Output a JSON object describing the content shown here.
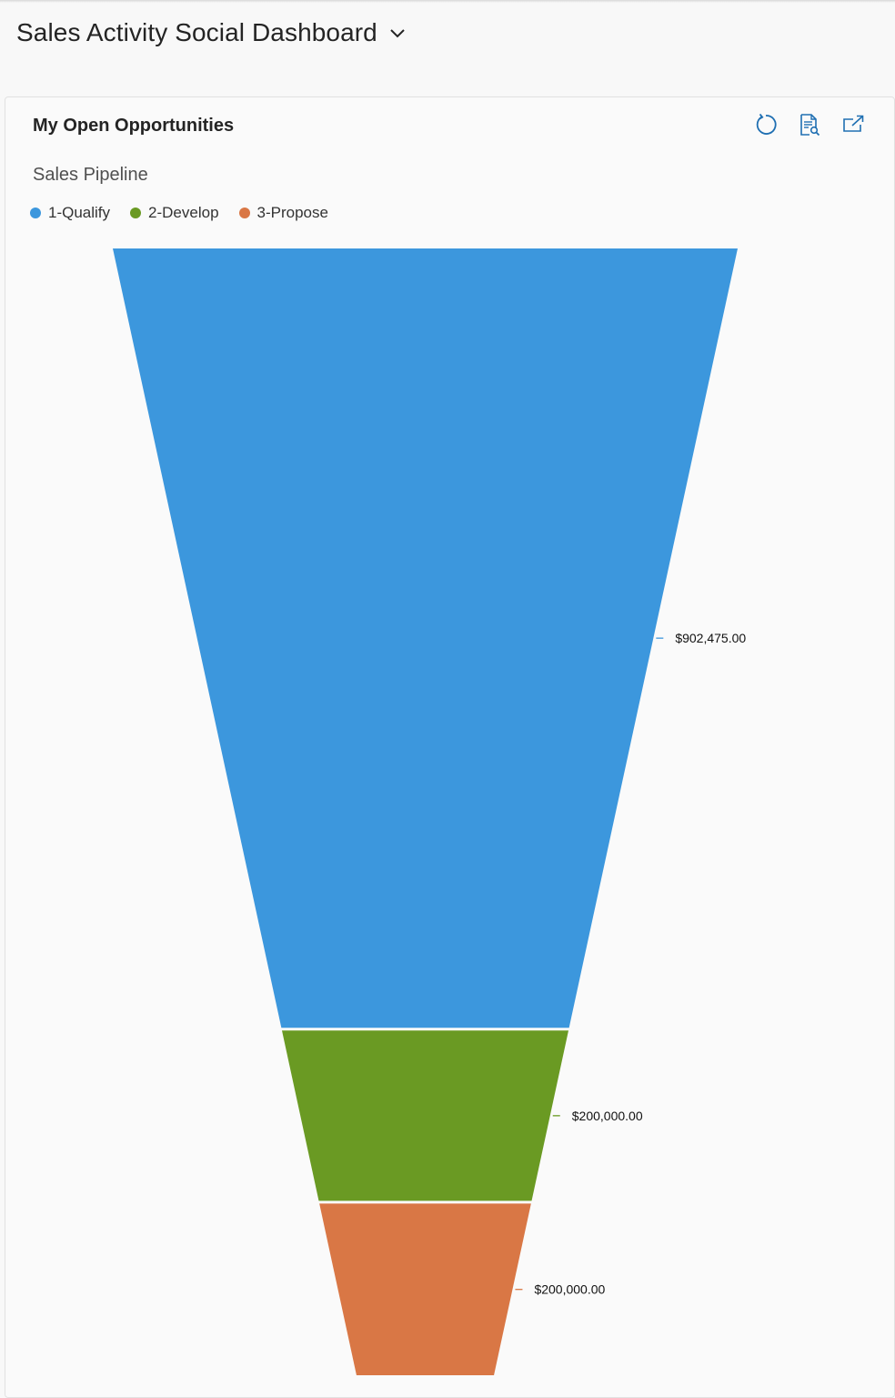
{
  "dashboard": {
    "title": "Sales Activity Social Dashboard"
  },
  "card": {
    "title": "My Open Opportunities",
    "actions": [
      {
        "icon": "refresh-icon"
      },
      {
        "icon": "view-records-icon"
      },
      {
        "icon": "expand-chart-icon"
      }
    ]
  },
  "chart_data": {
    "type": "funnel",
    "title": "Sales Pipeline",
    "categories": [
      "1-Qualify",
      "2-Develop",
      "3-Propose"
    ],
    "values": [
      902475,
      200000,
      200000
    ],
    "labels": [
      "$902,475.00",
      "$200,000.00",
      "$200,000.00"
    ],
    "colors": [
      "#3c97dd",
      "#6a9a23",
      "#d97745"
    ],
    "legend_position": "top-left"
  }
}
